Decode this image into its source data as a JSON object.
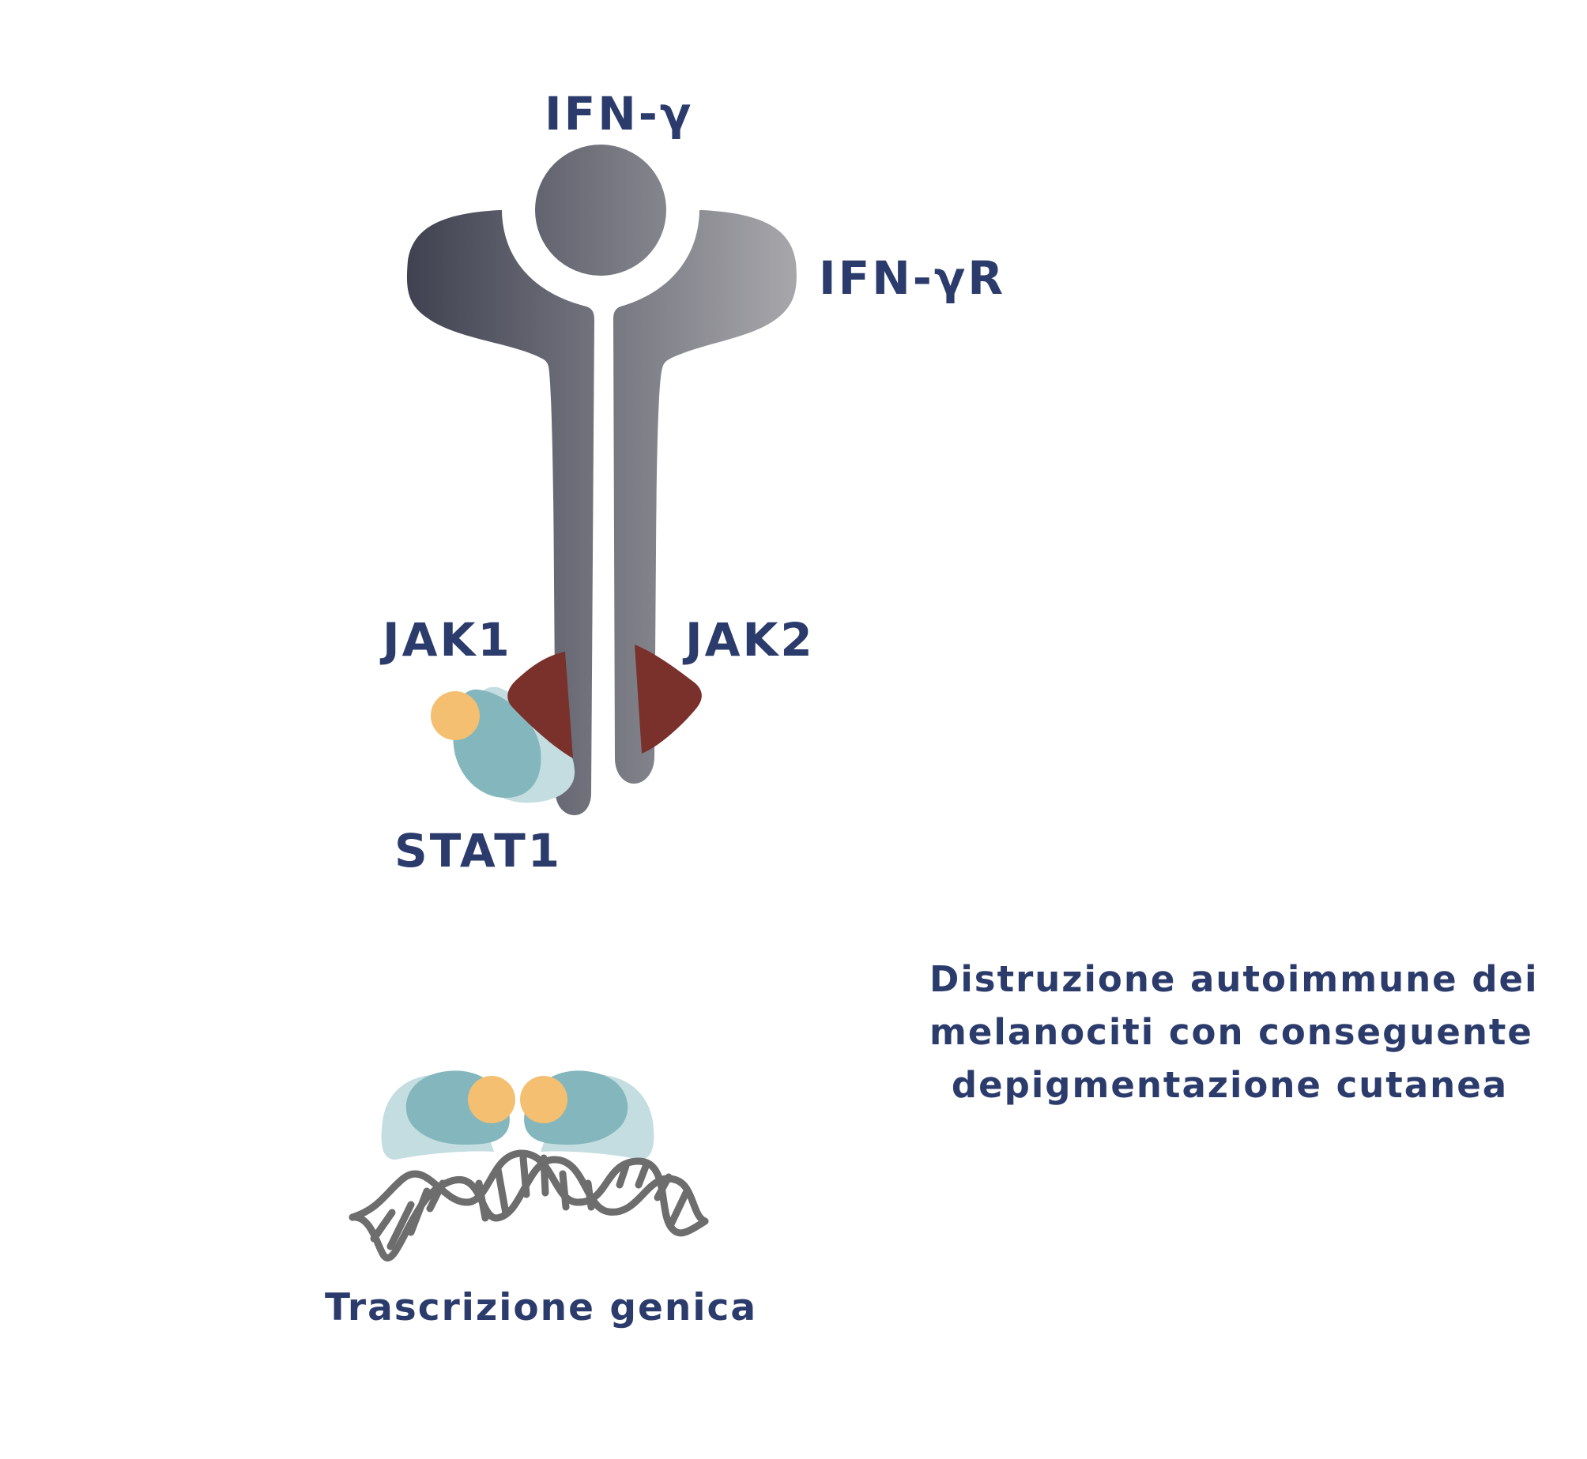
{
  "labels": {
    "ligand": "IFN-γ",
    "receptor": "IFN-γR",
    "kinase_left": "JAK1",
    "kinase_right": "JAK2",
    "transcription_factor": "STAT1",
    "transcription": "Trascrizione genica"
  },
  "outcome": {
    "lines": [
      "Distruzione autoimmune dei",
      "melanociti con conseguente",
      "depigmentazione cutanea"
    ]
  },
  "colors": {
    "text": "#2b3b6b",
    "receptor_dark": "#3f4150",
    "receptor_light": "#a7a7ab",
    "jak": "#7a302b",
    "stat_dark": "#84b7bd",
    "stat_light": "#c3dde0",
    "phosphate": "#f4bf70",
    "dna": "#6d6d6d"
  }
}
